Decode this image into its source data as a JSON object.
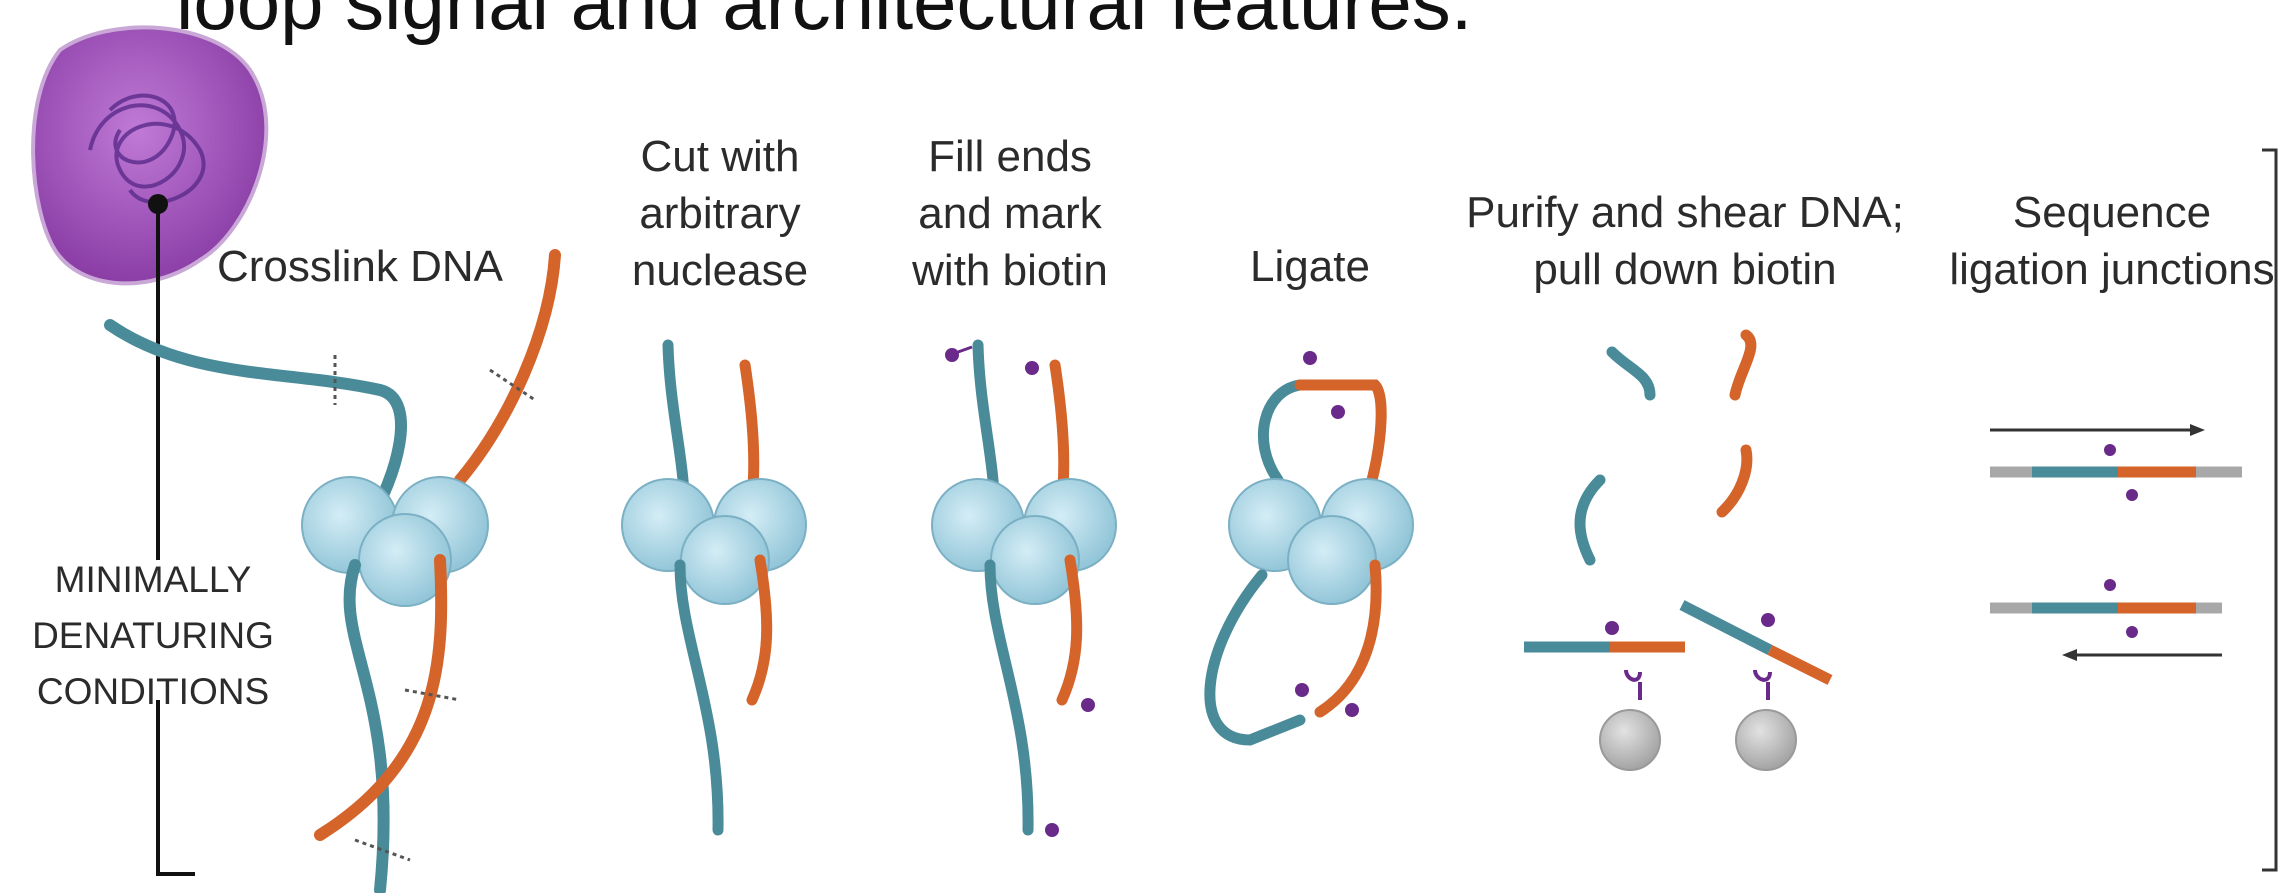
{
  "header": {
    "title": "loop signal and architectural features."
  },
  "side_note": {
    "lines": [
      "MINIMALLY",
      "DENATURING",
      "CONDITIONS"
    ]
  },
  "steps": [
    {
      "lines": [
        "Crosslink DNA"
      ]
    },
    {
      "lines": [
        "Cut with",
        "arbitrary",
        "nuclease"
      ]
    },
    {
      "lines": [
        "Fill ends",
        "and mark",
        "with biotin"
      ]
    },
    {
      "lines": [
        "Ligate"
      ]
    },
    {
      "lines": [
        "Purify and shear DNA;",
        "pull down biotin"
      ]
    },
    {
      "lines": [
        "Sequence",
        "ligation junctions"
      ]
    }
  ],
  "colors": {
    "teal_strand": "#4a8b9a",
    "orange_strand": "#d4642a",
    "protein": "#a9d6e6",
    "biotin": "#6a2a8a",
    "nucleus": "#9a4ab8",
    "bead": "#b8b8b8",
    "adapter": "#a8a8a8"
  }
}
